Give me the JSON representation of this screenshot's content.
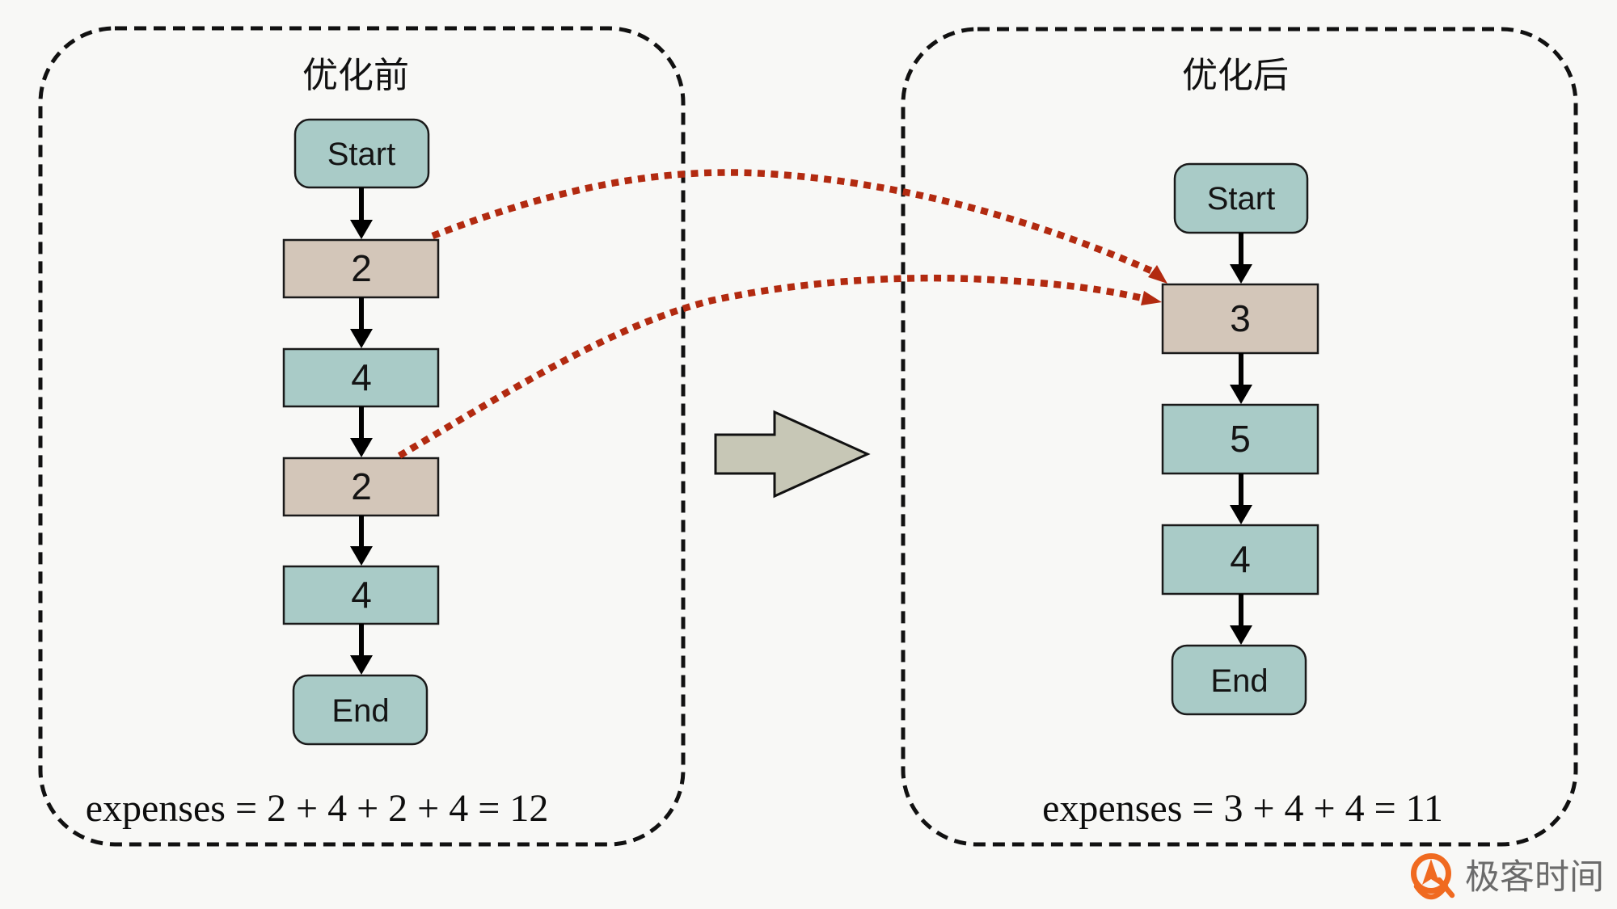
{
  "background_color": "#f8f8f6",
  "panel_before": {
    "title": "优化前",
    "expenses_label": "expenses = 2 + 4 + 2 + 4 = 12",
    "nodes": [
      {
        "label": "Start",
        "type": "terminal"
      },
      {
        "label": "2",
        "type": "cost-highlight"
      },
      {
        "label": "4",
        "type": "cost"
      },
      {
        "label": "2",
        "type": "cost-highlight"
      },
      {
        "label": "4",
        "type": "cost"
      },
      {
        "label": "End",
        "type": "terminal"
      }
    ]
  },
  "panel_after": {
    "title": "优化后",
    "expenses_label": "expenses = 3 + 4 + 4 = 11",
    "nodes": [
      {
        "label": "Start",
        "type": "terminal"
      },
      {
        "label": "3",
        "type": "cost-highlight"
      },
      {
        "label": "5",
        "type": "cost"
      },
      {
        "label": "4",
        "type": "cost"
      },
      {
        "label": "End",
        "type": "terminal"
      }
    ]
  },
  "colors": {
    "terminal_fill": "#a9cbc7",
    "cost_fill": "#a9cbc7",
    "cost_highlight_fill": "#d3c6b9",
    "merge_arrow_red": "#b22a10",
    "block_arrow_fill": "#c7c7b6",
    "panel_border_black": "#111111",
    "logo_orange": "#f06a20",
    "logo_text_gray": "#6b6b6b"
  },
  "logo": {
    "brand_text": "极客时间"
  }
}
